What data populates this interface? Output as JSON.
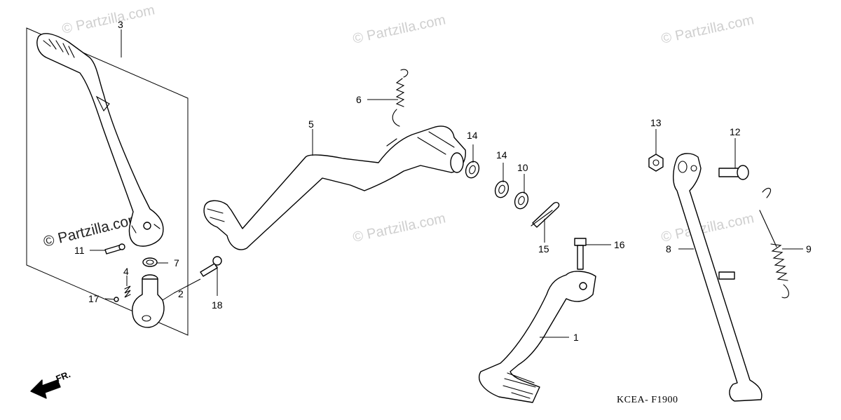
{
  "watermark": {
    "text": "© Partzilla.com"
  },
  "diagram_code": "KCEA- F1900",
  "direction_label": "FR.",
  "callouts": {
    "c1": "1",
    "c2": "2",
    "c3": "3",
    "c4": "4",
    "c5": "5",
    "c6": "6",
    "c7": "7",
    "c8": "8",
    "c9": "9",
    "c10": "10",
    "c11": "11",
    "c12": "12",
    "c13": "13",
    "c14a": "14",
    "c14b": "14",
    "c15": "15",
    "c16": "16",
    "c17": "17",
    "c18": "18"
  }
}
